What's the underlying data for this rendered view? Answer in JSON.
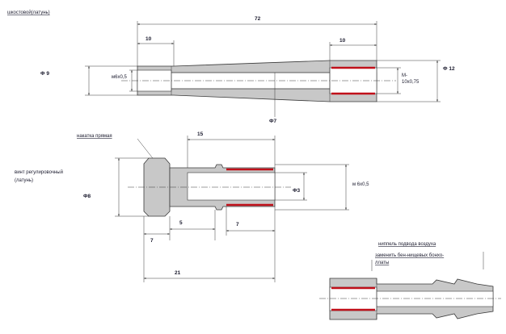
{
  "part1": {
    "title": "шкостовой(латунь)",
    "dims": {
      "overall_length": "72",
      "left_step": "10",
      "right_step": "10",
      "left_diameter": "Ф 9",
      "thread_left": "м6х0,5",
      "right_diameter": "Ф 12",
      "thread_right_line1": "М-",
      "thread_right_line2": "10х0,75",
      "bore": "Ф7"
    }
  },
  "part2": {
    "note": "накатка прямая",
    "title_line1": "винт регулировочный",
    "title_line2": "(латунь)",
    "dims": {
      "outer_diameter": "Ф8",
      "thread_length": "15",
      "bore": "Ф3",
      "thread": "м 6х0,5",
      "head_width": "7",
      "neck": "5",
      "thread_start": "7",
      "overall_length": "21"
    }
  },
  "part3": {
    "title": "ниппель подвода воздуха",
    "note_line1": "заменить бен-нищевых бонхо-",
    "note_line2": "ллаты"
  },
  "colors": {
    "body": "#c8c8c8",
    "thread": "#c0101a",
    "line": "#3a3a3a",
    "text": "#1b1b2e"
  }
}
